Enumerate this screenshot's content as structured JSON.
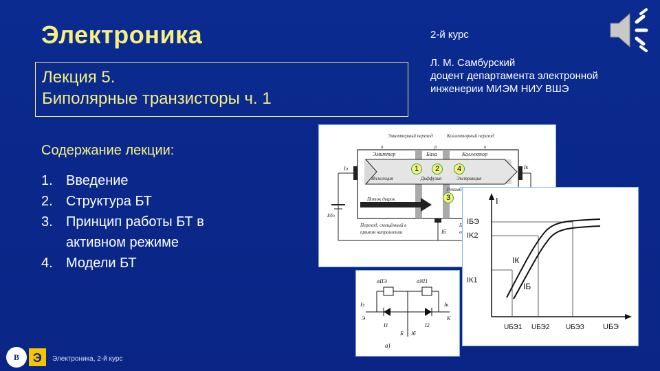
{
  "header": {
    "title": "Электроника",
    "course": "2-й курс",
    "author_lines": [
      "Л. М. Самбурский",
      "доцент департамента электронной",
      "инженерии МИЭМ НИУ ВШЭ"
    ]
  },
  "lecture": {
    "line1": "Лекция 5.",
    "line2": "Биполярные транзисторы ч. 1"
  },
  "contents": {
    "title": "Содержание лекции:",
    "items": [
      {
        "num": "1.",
        "text": "Введение"
      },
      {
        "num": "2.",
        "text": "Структура БТ"
      },
      {
        "num": "3.",
        "text": "Принцип работы БТ в активном режиме"
      },
      {
        "num": "4.",
        "text": "Модели БТ"
      }
    ]
  },
  "figure1": {
    "junction_labels": [
      "Эмиттерный переход",
      "Коллекторный переход"
    ],
    "region_types": [
      "n",
      "p",
      "n"
    ],
    "regions": [
      "Эмиттер",
      "База",
      "Коллектор"
    ],
    "process_labels": [
      "Инжекция",
      "Диффузия",
      "Экстракция",
      "Рекомбинация"
    ],
    "hole_flow": "Поток дырок",
    "forward_note": [
      "Переход, смещённый в",
      "прямом направлении"
    ],
    "reverse_note": [
      "Пере",
      "обра"
    ],
    "currents": {
      "emitter": "Iэ",
      "collector": "Iк",
      "base": "Iб"
    },
    "source": "Eбэ",
    "markers": [
      "1",
      "2",
      "4",
      "3"
    ]
  },
  "figure2": {
    "y_axis": "I",
    "x_axis": "UБЭ",
    "y_labels": [
      "IБЭ",
      "IK2",
      "IК1"
    ],
    "x_labels": [
      "UБЭ1",
      "UБЭ2",
      "UБЭЗ"
    ],
    "curve_labels": [
      "IК",
      "IБ"
    ]
  },
  "figure3": {
    "alphas": [
      "αIIЭ",
      "αNI1"
    ],
    "currents": [
      "Iэ",
      "Iк",
      "I1",
      "I2",
      "Iб"
    ],
    "terminals": [
      "Э",
      "К",
      "Б"
    ],
    "caption": "а)"
  },
  "footer": {
    "text": "Электроника, 2-й курс",
    "logo": "В",
    "logo2": "Э"
  },
  "colors": {
    "background": "#0c2a8c",
    "accent": "#f6f080"
  }
}
